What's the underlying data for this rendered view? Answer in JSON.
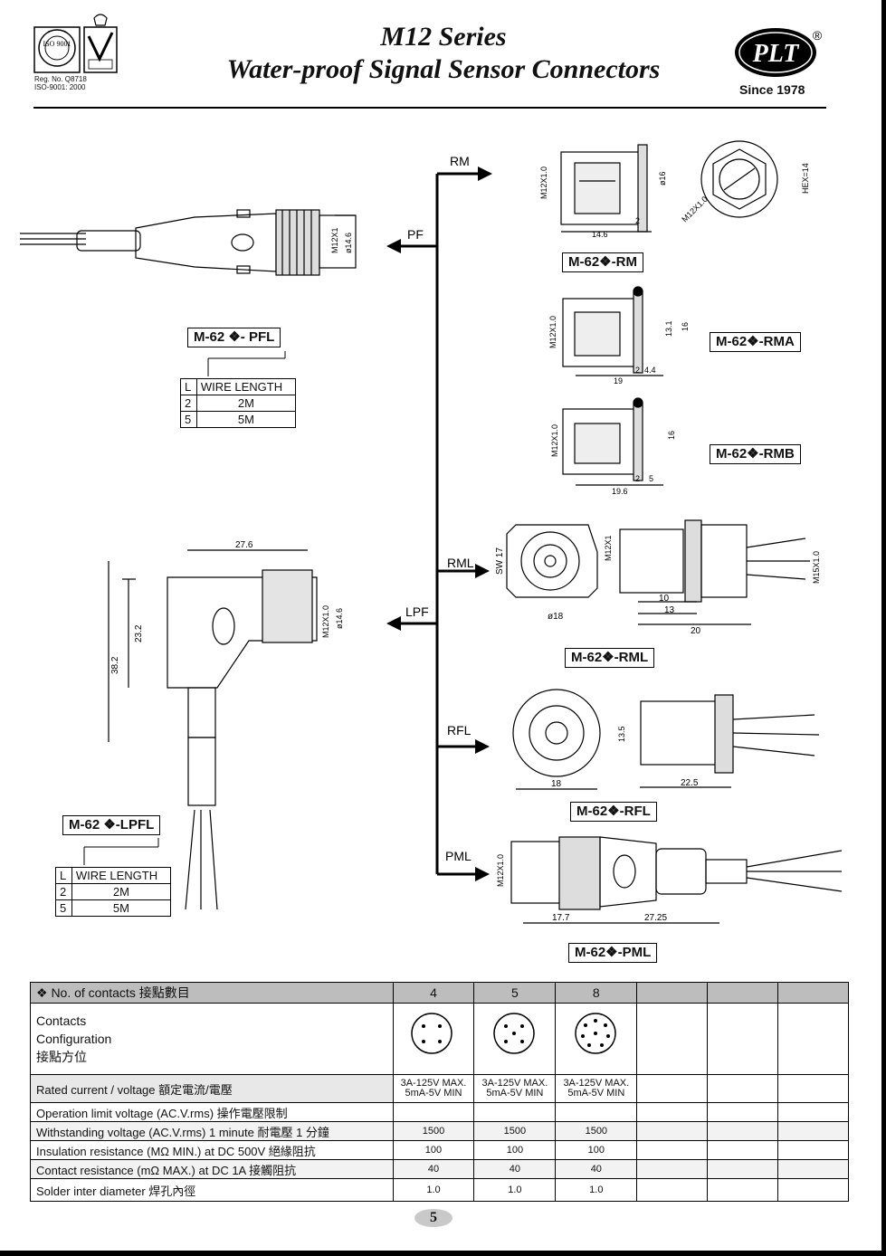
{
  "header": {
    "title_line1": "M12 Series",
    "title_line2": "Water-proof Signal Sensor Connectors",
    "cert_line1": "Reg. No. Q8718",
    "cert_line2": "ISO-9001: 2000",
    "iso_badge": "ISO 9001",
    "brand": "PLT",
    "since": "Since 1978"
  },
  "diagram": {
    "branches": [
      "RM",
      "PF",
      "RML",
      "LPF",
      "RFL",
      "PML"
    ],
    "dims": {
      "pf": [
        "M12X1",
        "ø14.6"
      ],
      "rm": [
        "M12X1.0",
        "ø16",
        "14.6",
        "2",
        "HEX=14",
        "M12X1.0"
      ],
      "rma": [
        "M12X1.0",
        "13.1",
        "16",
        "2",
        "4.4",
        "19"
      ],
      "rmb": [
        "M12X1.0",
        "16",
        "2",
        "5",
        "19.6"
      ],
      "lpf": [
        "27.6",
        "23.2",
        "38.2",
        "M12X1.0",
        "ø14.6"
      ],
      "rml": [
        "SW 17",
        "ø18",
        "M12X1",
        "M15X1.0",
        "10",
        "13",
        "20"
      ],
      "rfl": [
        "13.5",
        "18",
        "22.5"
      ],
      "pml": [
        "M12X1.0",
        "17.7",
        "27.25"
      ]
    }
  },
  "parts": {
    "pfl": "M-62 ❖- PFL",
    "rm": "M-62❖-RM",
    "rma": "M-62❖-RMA",
    "rmb": "M-62❖-RMB",
    "rml": "M-62❖-RML",
    "rfl": "M-62❖-RFL",
    "pml": "M-62❖-PML",
    "lpfl": "M-62 ❖-LPFL"
  },
  "wire_table_pf": {
    "headers": [
      "L",
      "WIRE LENGTH"
    ],
    "rows": [
      [
        "2",
        "2M"
      ],
      [
        "5",
        "5M"
      ]
    ]
  },
  "wire_table_lpf": {
    "headers": [
      "L",
      "WIRE LENGTH"
    ],
    "rows": [
      [
        "2",
        "2M"
      ],
      [
        "5",
        "5M"
      ]
    ]
  },
  "spec": {
    "contacts_header": "❖ No. of contacts 接點數目",
    "contact_counts": [
      "4",
      "5",
      "8"
    ],
    "config_label_l1": "Contacts",
    "config_label_l2": "Configuration",
    "config_label_l3": "接點方位",
    "rated_label": "Rated current / voltage 額定電流/電壓",
    "rated_l1": "3A-125V MAX.",
    "rated_l2": "5mA-5V MIN",
    "rows": [
      {
        "label": "Operation limit voltage (AC.V.rms) 操作電壓限制",
        "values": [
          "",
          "",
          ""
        ]
      },
      {
        "label": "Withstanding voltage (AC.V.rms) 1 minute 耐電壓 1 分鐘",
        "values": [
          "1500",
          "1500",
          "1500"
        ]
      },
      {
        "label": "Insulation resistance (MΩ MIN.) at DC 500V 絕緣阻抗",
        "values": [
          "100",
          "100",
          "100"
        ]
      },
      {
        "label": "Contact resistance (mΩ MAX.) at DC 1A 接觸阻抗",
        "values": [
          "40",
          "40",
          "40"
        ]
      },
      {
        "label": "Solder inter diameter 焊孔內徑",
        "values": [
          "1.0",
          "1.0",
          "1.0"
        ]
      }
    ]
  },
  "page_number": "5",
  "registered_mark": "®"
}
